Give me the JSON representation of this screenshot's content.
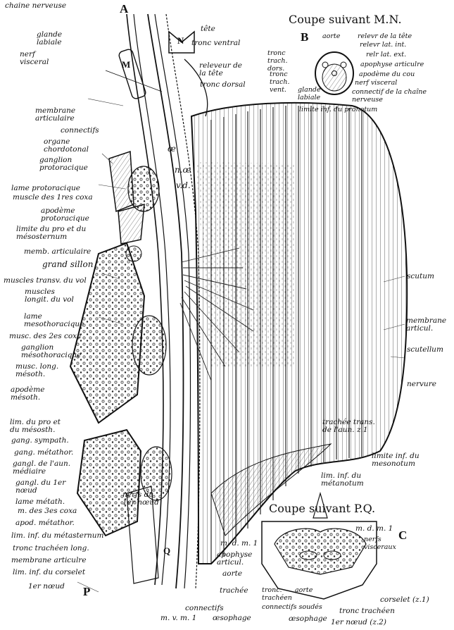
{
  "titles": {
    "section_mn": "Coupe suivant M.N.",
    "section_pq": "Coupe suivant P.Q."
  },
  "letters": {
    "a": "A",
    "b": "B",
    "c": "C",
    "m": "M",
    "n": "N",
    "p": "P",
    "q": "Q"
  },
  "left_labels": [
    "chaine nerveuse",
    "glande labiale",
    "nerf visceral",
    "membrane articulaire",
    "connectifs",
    "organe chordotonal",
    "ganglion protoracique",
    "lame protoracique",
    "muscle des 1res coxa",
    "apodème protoracique",
    "limite du pro et du mésosternum",
    "memb. articulaire",
    "grand sillon",
    "muscles transv. du vol",
    "muscles longit. du vol",
    "lame mesothoracique",
    "musc. des 2es coxa",
    "ganglion mésothoracique",
    "musc. long. mésoth.",
    "apodème mésoth.",
    "lim. du pro et du mésosth.",
    "gang. sympath.",
    "gang. métathor.",
    "gangl. de l'aun. médiaire",
    "gangl. du 1er nœud",
    "lame métath.",
    "m. des 3es coxa",
    "apod. métathor.",
    "lim. inf. du métasternum",
    "tronc trachéen long.",
    "membrane articulre",
    "lim. inf. du corselet",
    "1er nœud"
  ],
  "top_labels": {
    "tete": "tête",
    "tronc_ventral": "tronc ventral",
    "releveur": "releveur de la tête",
    "tronc_dorsal": "tronc dorsal",
    "oe": "œ",
    "n_oe": "n.œ",
    "v_d": "v.d."
  },
  "inset_b_labels": {
    "aorte": "aorte",
    "releveur_tete": "relevr de la tête",
    "releveur_lat_int": "relevr lat. int.",
    "releveur_lat_ext": "relr lat. ext.",
    "apophyse": "apophyse articulre",
    "apodeme_cou": "apodème du cou",
    "nerf_visceral": "nerf visceral",
    "connectif": "connectif de la chaîne nerveuse",
    "tronc_trach_dors": "tronc trach. dors.",
    "tronc_trach_vent": "tronc trach. vent.",
    "glande_labiale": "glande labiale",
    "limite_pronotum": "limite inf. du pronotum"
  },
  "right_labels": {
    "scutum": "scutum",
    "membrane_articul": "membrane articul.",
    "scutellum": "scutellum",
    "nervure": "nervure",
    "trachee_trans": "trachée trans. de l'aun. z.1",
    "limite_mesonotum": "limite inf. du mesonotum",
    "lim_metanotum": "lim. inf. du métanotum",
    "nerfs_1er_noeud": "nerfs du 1er nœud"
  },
  "bottom_labels": {
    "m_d_m1_a": "m. d. m. 1",
    "apophyse_articul": "apophyse articul.",
    "aorte": "aorte",
    "trachee": "trachée",
    "tronc_tracheen": "tronc. trachéen",
    "connectifs_soudes": "connectifs soudés",
    "connectifs": "connectifs",
    "oesophage_a": "œsophage",
    "m_v_m1": "m. v. m. 1",
    "aorte_c": "aorte",
    "m_d_m1_c": "m. d. m. 1",
    "nerfs_visceraux": "nerfs visceraux",
    "corselet": "corselet (z.1)",
    "tronc_tracheen_c": "tronc trachéen",
    "oesophage_c": "œsophage",
    "noeud": "1er nœud (z.2)"
  }
}
